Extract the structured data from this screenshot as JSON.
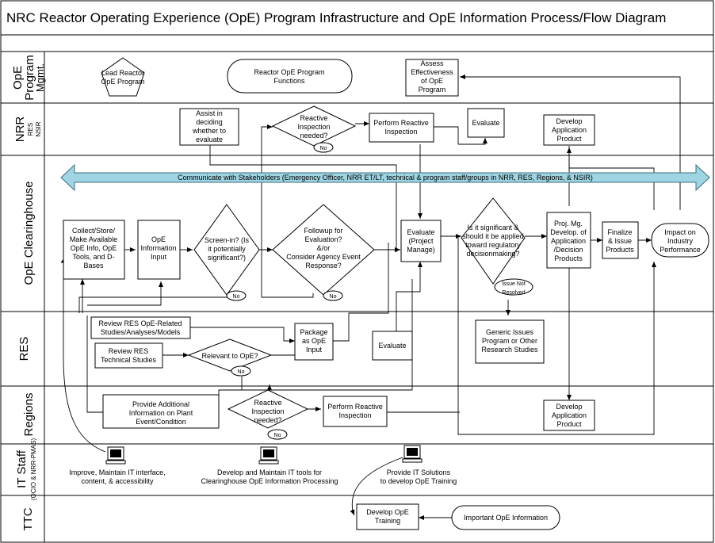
{
  "title": "NRC Reactor Operating Experience (OpE) Program Infrastructure and OpE Information Process/Flow Diagram",
  "lanes": {
    "mgmt": {
      "line1": "OpE",
      "line2": "Program",
      "line3": "Mgmt."
    },
    "nrr": {
      "main": "NRR",
      "sub1": "RES",
      "sub2": "NSIR"
    },
    "clearinghouse": {
      "main": "OpE Clearinghouse"
    },
    "res": {
      "main": "RES"
    },
    "regions": {
      "main": "Regions"
    },
    "itstaff": {
      "main": "IT Staff",
      "sub": "(OCIO & NRR-PMAS)"
    },
    "ttc": {
      "main": "TTC"
    }
  },
  "nodes": {
    "lead_reactor": [
      "Lead Reactor",
      "OpE Program"
    ],
    "functions": [
      "Reactor OpE Program",
      "Functions"
    ],
    "assess": [
      "Assess",
      "Effectiveness",
      "of OpE",
      "Program"
    ],
    "assist": [
      "Assist in",
      "deciding",
      "whether to",
      "evaluate"
    ],
    "reactive_nrr": [
      "Reactive",
      "Inspection",
      "needed?"
    ],
    "perform_nrr": [
      "Perform Reactive",
      "Inspection"
    ],
    "evaluate_nrr": [
      "Evaluate"
    ],
    "develop_app_nrr": [
      "Develop",
      "Application",
      "Product"
    ],
    "communicate": "Communicate with Stakeholders (Emergency Officer, NRR ET/LT, technical & program staff/groups in NRR, RES, Regions, & NSIR)",
    "collect": [
      "Collect/Store/",
      "Make Available",
      "OpE Info, OpE",
      "Tools, and D-",
      "Bases"
    ],
    "ope_info_input": [
      "OpE",
      "Information",
      "Input"
    ],
    "screen_in": [
      "Screen-in? (Is",
      "it potentially",
      "significant?)"
    ],
    "followup": [
      "Followup for",
      "Evaluation?",
      "&/or",
      "Consider Agency Event",
      "Response?"
    ],
    "evaluate_pm": [
      "Evaluate",
      "(Project",
      "Manage)"
    ],
    "significant": [
      "Is it significant &",
      "should it be applied",
      "toward regulatory",
      "decisionmaking?"
    ],
    "proj_mg": [
      "Proj. Mg.",
      "Develop. of",
      "Application",
      "/Decision",
      "Products"
    ],
    "finalize": [
      "Finalize",
      "& Issue",
      "Products"
    ],
    "impact": [
      "Impact on",
      "Industry",
      "Performance"
    ],
    "issue_not_resolved": [
      "Issue Not",
      "Resolved"
    ],
    "review_res_ope": [
      "Review RES OpE-Related",
      "Studies/Analyses/Models"
    ],
    "review_res_tech": [
      "Review RES",
      "Technical Studies"
    ],
    "relevant": [
      "Relevant to OpE?"
    ],
    "package": [
      "Package",
      "as OpE",
      "Input"
    ],
    "evaluate_res": [
      "Evaluate"
    ],
    "generic_issues": [
      "Generic Issues",
      "Program or Other",
      "Research Studies"
    ],
    "provide_info": [
      "Provide Additional",
      "Information on Plant",
      "Event/Condition"
    ],
    "reactive_reg": [
      "Reactive",
      "Inspection",
      "needed?"
    ],
    "perform_reg": [
      "Perform Reactive",
      "Inspection"
    ],
    "develop_app_reg": [
      "Develop",
      "Application",
      "Product"
    ],
    "it1": [
      "Improve, Maintain IT interface,",
      "content, & accessibility"
    ],
    "it2": [
      "Develop and Maintain IT tools for",
      "Clearinghouse OpE Information Processing"
    ],
    "it3": [
      "Provide IT Solutions",
      "to develop OpE Training"
    ],
    "develop_training": [
      "Develop OpE",
      "Training"
    ],
    "important_info": [
      "Important OpE Information"
    ]
  },
  "no_labels": {
    "nrr": "No",
    "screen": "No",
    "followup": "No",
    "relevant": "No",
    "regions": "No"
  },
  "colors": {
    "arrow_fill": "#9fd4e2",
    "arrow_stroke": "#3a6f80"
  }
}
